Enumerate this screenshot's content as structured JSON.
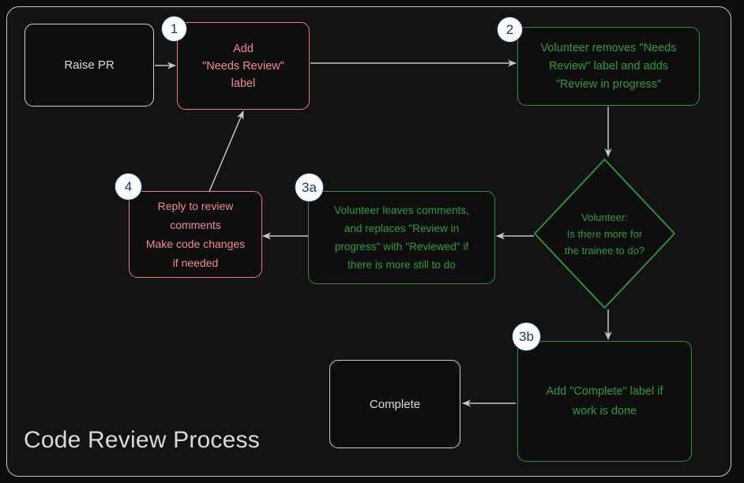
{
  "diagram": {
    "title": "Code Review Process",
    "frame_color": "#c8c8c8",
    "background": "#0d0d0d",
    "colors": {
      "gray": "#d0d0d0",
      "red": "#f08a95",
      "green": "#2f9a3f",
      "badge_fill": "#fdfdfd",
      "badge_stroke": "#1b3a6b",
      "arrow": "#c6c6c6"
    }
  },
  "nodes": {
    "raise_pr": {
      "label": "Raise PR"
    },
    "step1": {
      "label": "Add\n\"Needs Review\"\nlabel",
      "badge": "1"
    },
    "step2": {
      "label": "Volunteer removes \"Needs\nReview\" label and adds\n\"Review in progress\"",
      "badge": "2"
    },
    "decision": {
      "label": "Volunteer:\nIs there more for\nthe trainee to do?"
    },
    "step3a": {
      "label": "Volunteer leaves comments,\nand replaces \"Review in\nprogress\" with \"Reviewed\" if\nthere is more still to do",
      "badge": "3a"
    },
    "step3b": {
      "label": "Add \"Complete\" label if\nwork is done",
      "badge": "3b"
    },
    "step4": {
      "label": "Reply to review\ncomments\nMake code changes\nif needed",
      "badge": "4"
    },
    "complete": {
      "label": "Complete"
    }
  },
  "edges": [
    {
      "from": "raise_pr",
      "to": "step1"
    },
    {
      "from": "step1",
      "to": "step2"
    },
    {
      "from": "step2",
      "to": "decision"
    },
    {
      "from": "decision",
      "to": "step3a"
    },
    {
      "from": "decision",
      "to": "step3b"
    },
    {
      "from": "step3a",
      "to": "step4"
    },
    {
      "from": "step4",
      "to": "step1"
    },
    {
      "from": "step3b",
      "to": "complete"
    }
  ]
}
